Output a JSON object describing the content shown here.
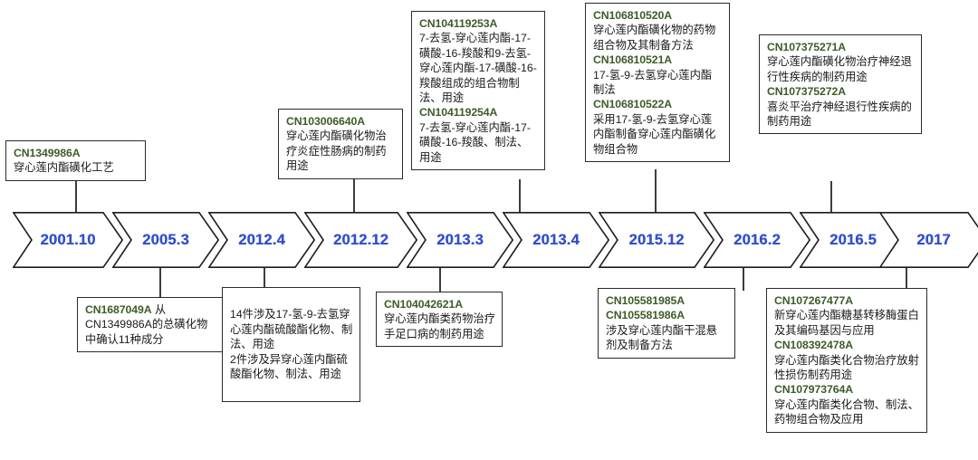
{
  "diagram": {
    "type": "timeline",
    "title": "",
    "accent_colors": {
      "patent_id_green": "#3d5c28",
      "year_blue": "#3350cc",
      "box_border": "#2b2b2b",
      "connector": "#3d3d3d",
      "background": "#ffffff"
    }
  },
  "timeline": {
    "milestones": [
      {
        "label": "2001.10"
      },
      {
        "label": "2005.3"
      },
      {
        "label": "2012.4"
      },
      {
        "label": "2012.12"
      },
      {
        "label": "2013.3"
      },
      {
        "label": "2013.4"
      },
      {
        "label": "2015.12"
      },
      {
        "label": "2016.2"
      },
      {
        "label": "2016.5"
      },
      {
        "label": "2017"
      }
    ]
  },
  "boxes": {
    "b1": {
      "year": "2001.10",
      "position": "above",
      "entries": [
        {
          "id": "CN1349986A",
          "desc": "穿心莲内酯磺化工艺"
        }
      ]
    },
    "b2": {
      "year": "2005.3",
      "position": "below",
      "entries": [
        {
          "id": "CN1687049A",
          "desc": "从 CN1349986A的总磺化物中确认11种成分",
          "inline": true
        }
      ]
    },
    "b3": {
      "year": "2012.4",
      "position": "below",
      "entries": [
        {
          "id": "",
          "desc": "14件涉及17-氢-9-去氢穿心莲内酯硫酸酯化物、制法、用途\n2件涉及异穿心莲内酯硫酸酯化物、制法、用途"
        }
      ]
    },
    "b4": {
      "year": "2012.12",
      "position": "above",
      "entries": [
        {
          "id": "CN103006640A",
          "desc": "穿心莲内酯磺化物治疗炎症性肠病的制药用途"
        }
      ]
    },
    "b5": {
      "year": "2013.4",
      "position": "above",
      "entries": [
        {
          "id": "CN104119253A",
          "desc": "7-去氢-穿心莲内酯-17-磺酸-16-羧酸和9-去氢-穿心莲内酯-17-磺酸-16-羧酸组成的组合物制法、用途"
        },
        {
          "id": "CN104119254A",
          "desc": "7-去氢-穿心莲内酯-17- 磺酸-16-羧酸、制法、用途"
        }
      ]
    },
    "b6": {
      "year": "2013.3",
      "position": "below",
      "entries": [
        {
          "id": "CN104042621A",
          "desc": "穿心莲内酯类药物治疗手足口病的制药用途"
        }
      ]
    },
    "b7": {
      "year": "2015.12",
      "position": "above",
      "entries": [
        {
          "id": "CN106810520A",
          "desc": "穿心莲内酯磺化物的药物组合物及其制备方法"
        },
        {
          "id": "CN106810521A",
          "desc": "17-氢-9-去氢穿心莲内酯制法"
        },
        {
          "id": "CN106810522A",
          "desc": "采用17-氢-9-去氢穿心莲内酯制备穿心莲内酯磺化物组合物"
        }
      ]
    },
    "b8": {
      "year": "2016.2",
      "position": "below",
      "entries": [
        {
          "id": "CN105581985A",
          "desc": ""
        },
        {
          "id": "CN105581986A",
          "desc": "涉及穿心莲内酯干混悬剂及制备方法"
        }
      ]
    },
    "b9": {
      "year": "2016.5",
      "position": "above",
      "entries": [
        {
          "id": "CN107375271A",
          "desc": "穿心莲内酯磺化物治疗神经退行性疾病的制药用途"
        },
        {
          "id": "CN107375272A",
          "desc": "喜炎平治疗神经退行性疾病的制药用途"
        }
      ]
    },
    "b10": {
      "year": "2017",
      "position": "below",
      "entries": [
        {
          "id": "CN107267477A",
          "desc": "新穿心莲内酯糖基转移酶蛋白及其编码基因与应用"
        },
        {
          "id": "CN108392478A",
          "desc": "穿心莲内酯类化合物治疗放射性损伤制药用途"
        },
        {
          "id": "CN107973764A",
          "desc": "穿心莲内酯类化合物、制法、药物组合物及应用"
        }
      ]
    }
  }
}
